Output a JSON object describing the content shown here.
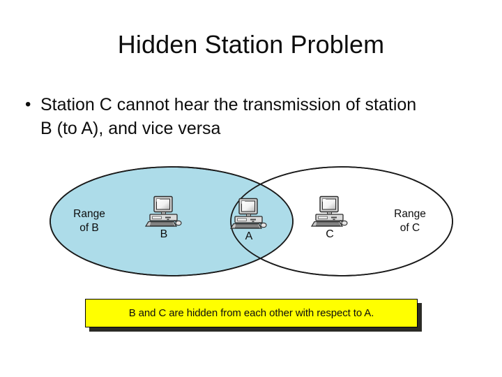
{
  "slide": {
    "title": "Hidden Station Problem",
    "background_color": "#ffffff"
  },
  "body": {
    "bullet_marker": "•",
    "bullet_text": "Station C cannot hear the transmission of station B (to A), and vice versa"
  },
  "diagram": {
    "type": "venn-overlap",
    "range_b_label": "Range\nof B",
    "range_c_label": "Range\nof C",
    "range_b_fill": "#addce9",
    "range_c_fill": "#ffffff",
    "outline_color": "#1a1a1a",
    "stations": [
      {
        "id": "b",
        "label": "B",
        "icon": "computer-icon"
      },
      {
        "id": "a",
        "label": "A",
        "icon": "computer-icon"
      },
      {
        "id": "c",
        "label": "C",
        "icon": "computer-icon"
      }
    ]
  },
  "callout": {
    "text": "B and C are hidden from each other with respect to A.",
    "fill": "#ffff00",
    "border": "#000000",
    "shadow": "#2b2b26"
  }
}
